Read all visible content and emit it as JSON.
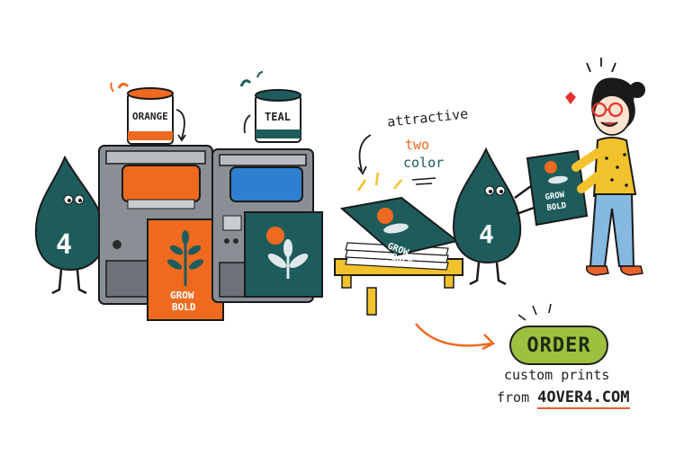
{
  "can_left": {
    "label": "ORANGE"
  },
  "can_right": {
    "label": "TEAL"
  },
  "mascot": {
    "number": "4"
  },
  "poster": {
    "line1": "GROW",
    "line2": "BOLD"
  },
  "callout": {
    "line1": "attractive",
    "line2": "two",
    "line3": "color"
  },
  "cta": {
    "button_label": "ORDER",
    "line1": "custom prints",
    "line2_prefix": "from ",
    "link_text": "4OVER4.COM"
  },
  "colors": {
    "orange": "#ef6a1f",
    "teal": "#1e5c5c",
    "blue": "#2f7fd0",
    "green": "#9cc13f",
    "yellow": "#f2c22c",
    "red": "#e8322f"
  }
}
